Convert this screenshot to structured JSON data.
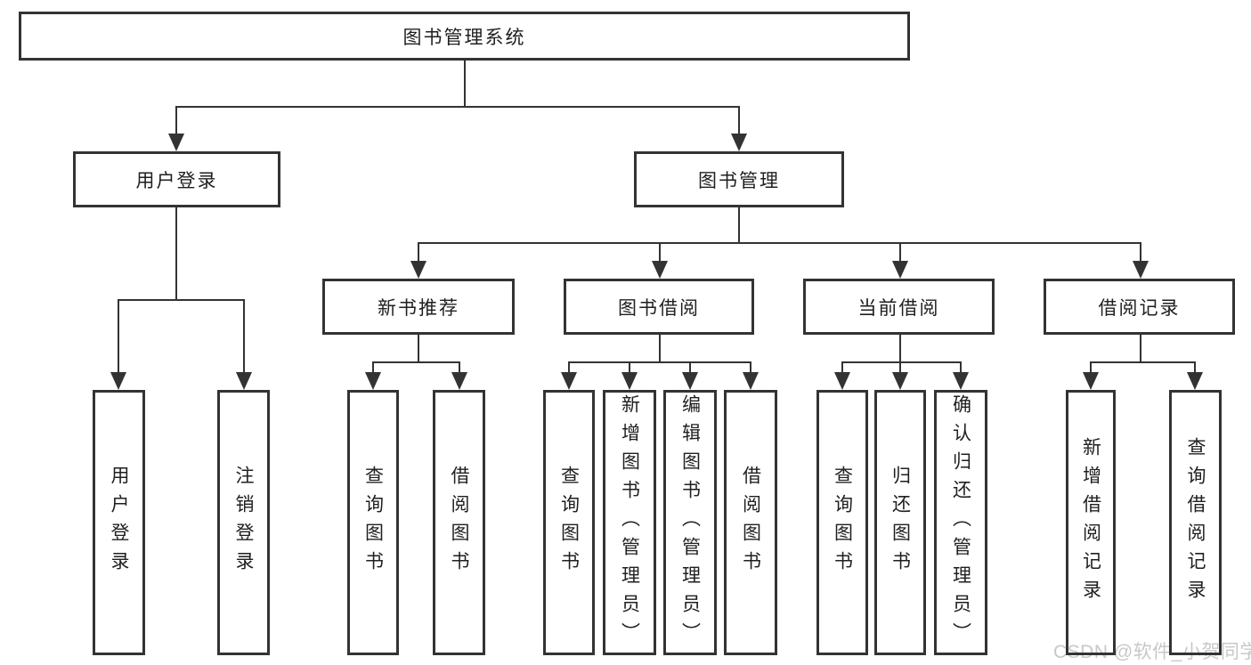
{
  "tree": {
    "root": {
      "label": "图书管理系统"
    },
    "branches": [
      {
        "label": "用户登录",
        "children": [
          {
            "label": "用户登录"
          },
          {
            "label": "注销登录"
          }
        ]
      },
      {
        "label": "图书管理",
        "children": [
          {
            "label": "新书推荐",
            "children": [
              {
                "label": "查询图书"
              },
              {
                "label": "借阅图书"
              }
            ]
          },
          {
            "label": "图书借阅",
            "children": [
              {
                "label": "查询图书"
              },
              {
                "label": "新增图书（管理员）"
              },
              {
                "label": "编辑图书（管理员）"
              },
              {
                "label": "借阅图书"
              }
            ]
          },
          {
            "label": "当前借阅",
            "children": [
              {
                "label": "查询图书"
              },
              {
                "label": "归还图书"
              },
              {
                "label": "确认归还（管理员）"
              }
            ]
          },
          {
            "label": "借阅记录",
            "children": [
              {
                "label": "新增借阅记录"
              },
              {
                "label": "查询借阅记录"
              }
            ]
          }
        ]
      }
    ]
  },
  "watermark": {
    "text": "CSDN @软件_小贺同学"
  },
  "colors": {
    "border": "#333333",
    "line": "#333333",
    "text": "#1f1f1f",
    "background": "#ffffff",
    "watermark": "#c8c8c8"
  }
}
